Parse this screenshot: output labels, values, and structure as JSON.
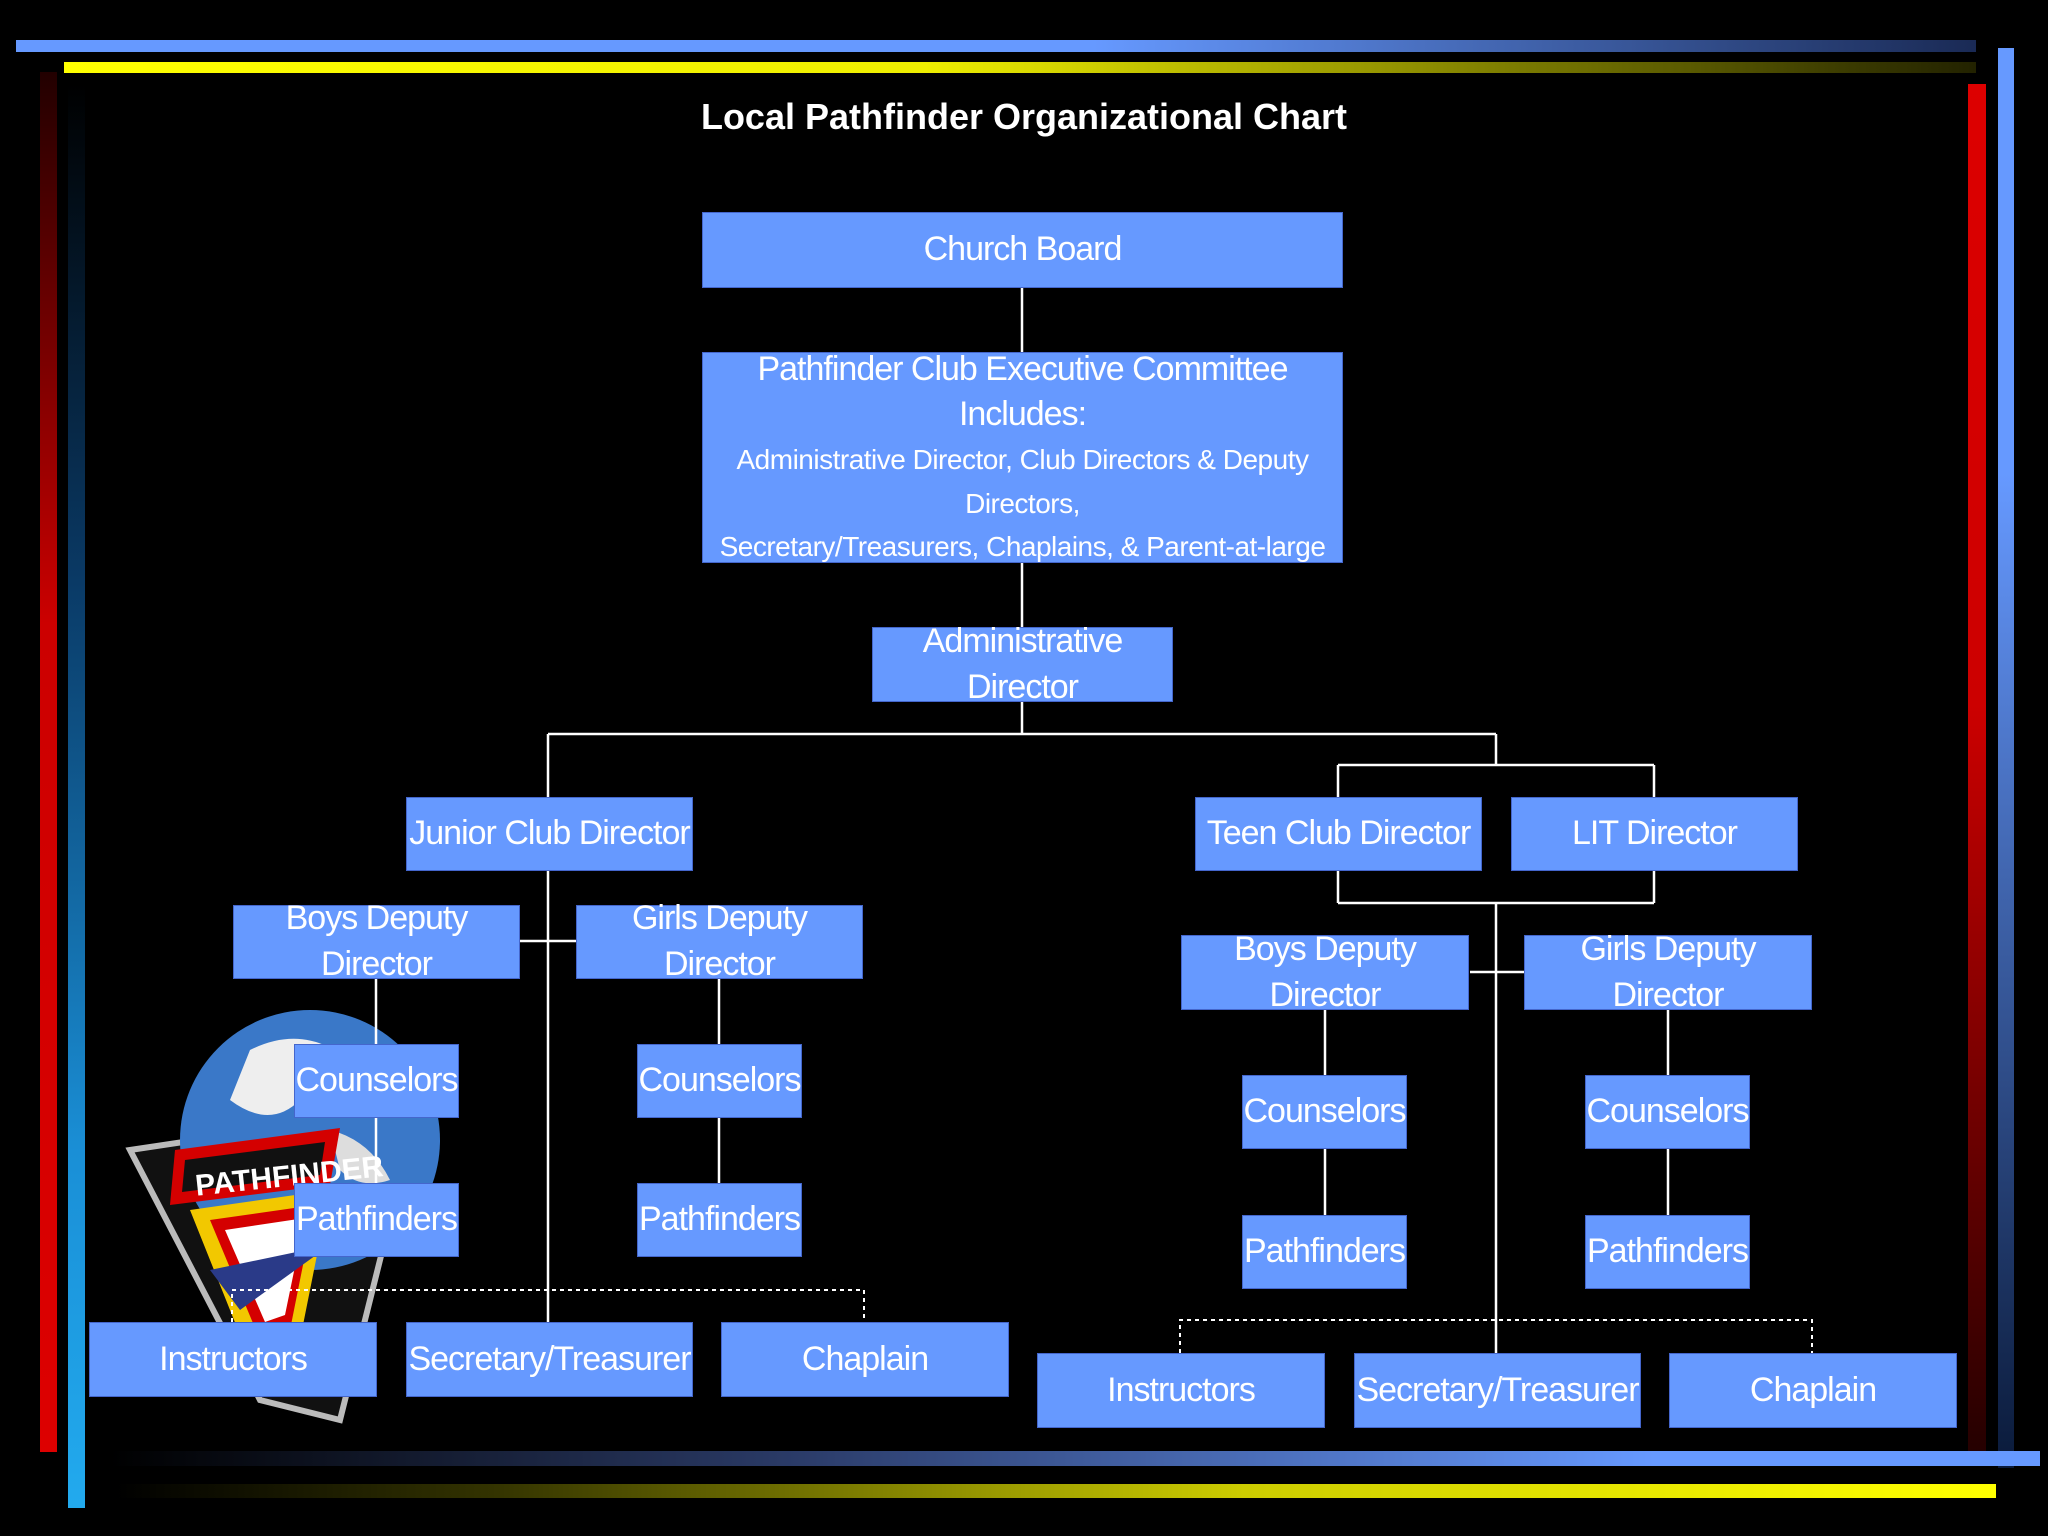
{
  "title": "Local Pathfinder Organizational Chart",
  "colors": {
    "box": "#6699ff",
    "line": "#ffffff",
    "background": "#000000"
  },
  "nodes": {
    "church_board": "Church Board",
    "exec_committee": {
      "line1": "Pathfinder Club Executive Committee",
      "line2": "Includes:",
      "line3": "Administrative Director, Club Directors & Deputy Directors,",
      "line4": "Secretary/Treasurers, Chaplains, & Parent-at-large"
    },
    "admin_director": "Administrative Director",
    "junior": {
      "director": "Junior Club Director",
      "boys_deputy": "Boys Deputy Director",
      "girls_deputy": "Girls Deputy Director",
      "boys_counselors": "Counselors",
      "boys_pathfinders": "Pathfinders",
      "girls_counselors": "Counselors",
      "girls_pathfinders": "Pathfinders",
      "instructors": "Instructors",
      "secretary": "Secretary/Treasurer",
      "chaplain": "Chaplain"
    },
    "teen": {
      "director": "Teen Club Director",
      "lit_director": "LIT Director",
      "boys_deputy": "Boys Deputy Director",
      "girls_deputy": "Girls Deputy Director",
      "boys_counselors": "Counselors",
      "boys_pathfinders": "Pathfinders",
      "girls_counselors": "Counselors",
      "girls_pathfinders": "Pathfinders",
      "instructors": "Instructors",
      "secretary": "Secretary/Treasurer",
      "chaplain": "Chaplain"
    }
  },
  "logo": {
    "text": "PATHFINDER"
  }
}
